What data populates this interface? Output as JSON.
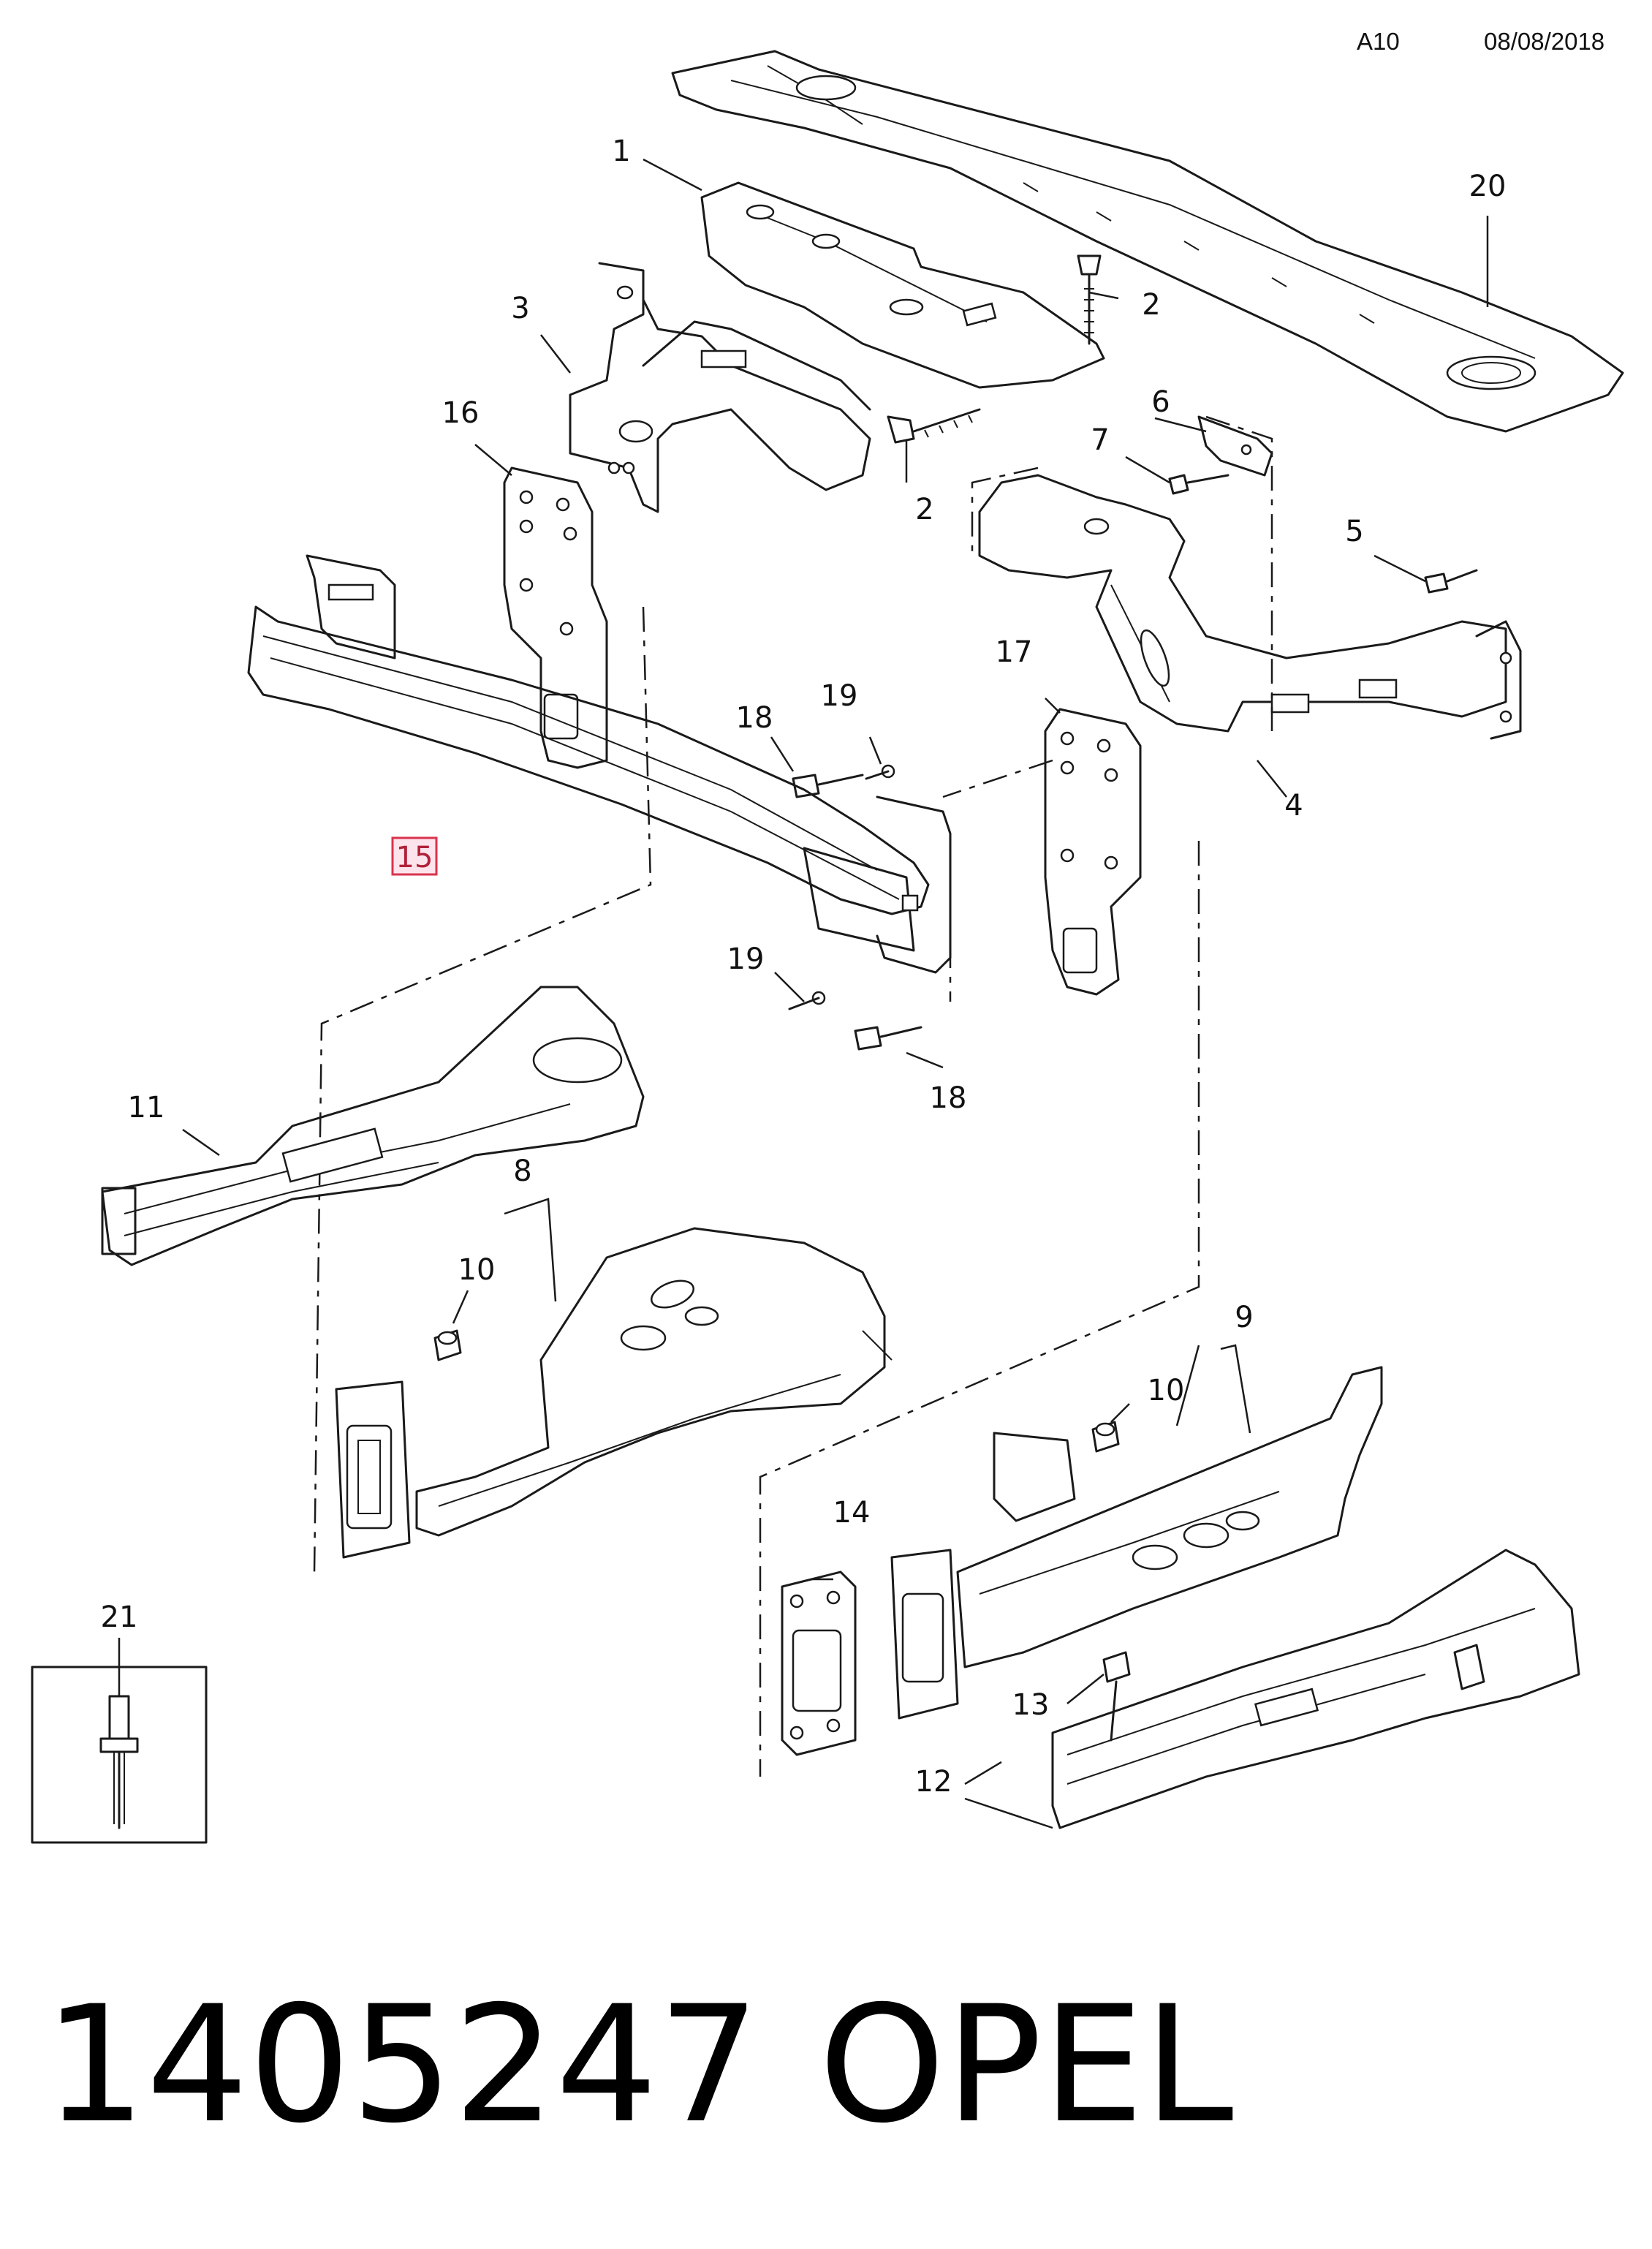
{
  "header": {
    "code": "A10",
    "date": "08/08/2018"
  },
  "footer": {
    "part_number": "1405247",
    "brand": "OPEL"
  },
  "callouts": {
    "c1": "1",
    "c2a": "2",
    "c2b": "2",
    "c3": "3",
    "c4": "4",
    "c5": "5",
    "c6": "6",
    "c7": "7",
    "c8": "8",
    "c9": "9",
    "c10a": "10",
    "c10b": "10",
    "c11": "11",
    "c12": "12",
    "c13": "13",
    "c14": "14",
    "c15": "15",
    "c16": "16",
    "c17": "17",
    "c18a": "18",
    "c18b": "18",
    "c19a": "19",
    "c19b": "19",
    "c20": "20",
    "c21": "21"
  },
  "highlighted_callout": "15"
}
